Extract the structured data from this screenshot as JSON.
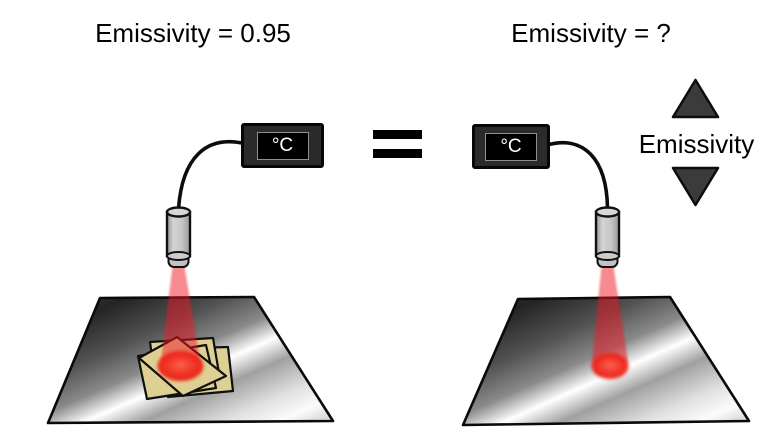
{
  "figure": {
    "left_panel": {
      "title": "Emissivity = 0.95",
      "display_unit": "°C"
    },
    "right_panel": {
      "title": "Emissivity = ?",
      "display_unit": "°C"
    },
    "adjuster": {
      "label": "Emissivity",
      "up_icon": "triangle-up",
      "down_icon": "triangle-down"
    },
    "colors": {
      "laser_beam_red": "#ed1c24",
      "laser_spot_red": "#ee1d12",
      "tape_tan": "#ddd092",
      "probe_gray": "#c9c9c9",
      "display_frame": "#2b2b2b",
      "display_screen": "#000000",
      "arrow_gray": "#3b3b3b",
      "plate_dark": "#262626",
      "plate_shine": "#ffffff"
    }
  }
}
